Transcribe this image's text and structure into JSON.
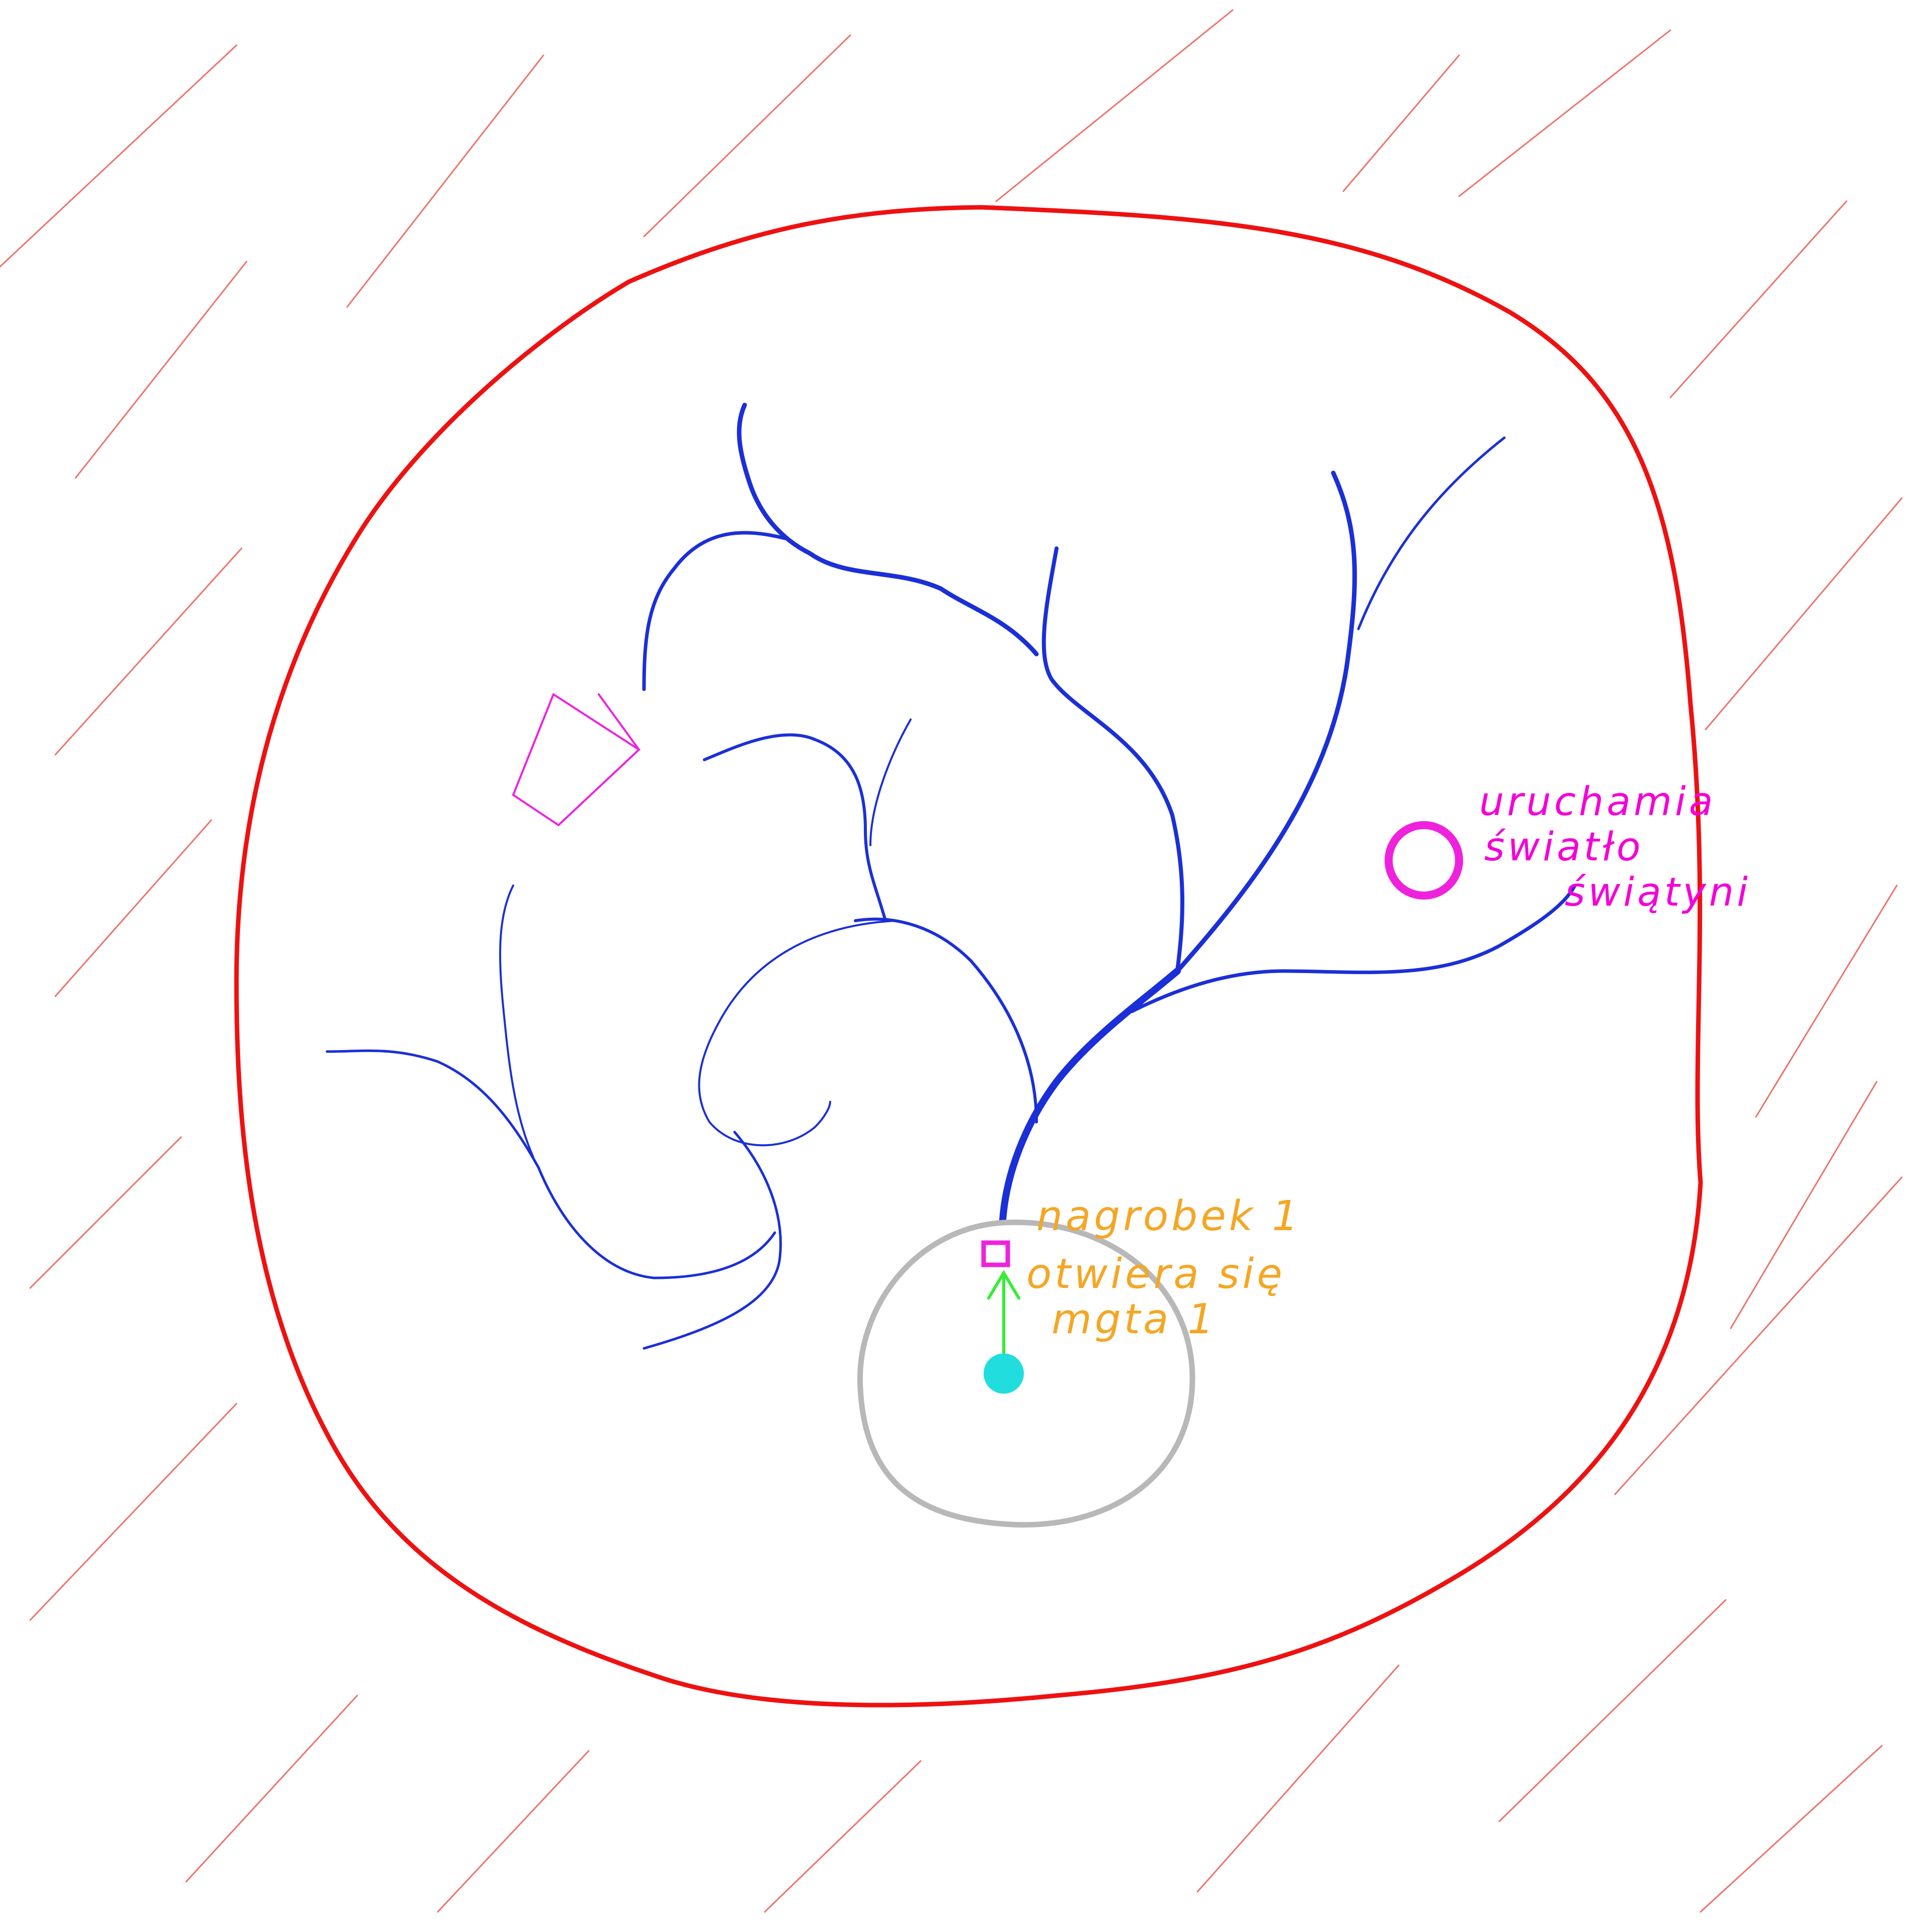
{
  "colors": {
    "background": "#ffffff",
    "hatching": "#e8443a",
    "boundary": "#ee1111",
    "paths": "#1b2fd8",
    "start_area": "#b8b8b8",
    "player": "#22dddd",
    "arrow": "#33ee33",
    "tombstone": "#ee22dd",
    "light_switch": "#ee22dd",
    "label_tomb": "#f5a623",
    "label_light": "#f400d8"
  },
  "labels": {
    "tomb": {
      "line1": "nagrobek 1",
      "line2": "otwiera się",
      "line3": "mgta 1"
    },
    "light": {
      "line1": "uruchamia",
      "line2": "światło",
      "line3": "świątyni"
    }
  },
  "icons": {
    "player": "player-dot-icon",
    "arrow": "arrow-up-icon",
    "tombstone": "tombstone-icon",
    "light_switch": "ring-switch-icon",
    "box": "crate-icon"
  }
}
